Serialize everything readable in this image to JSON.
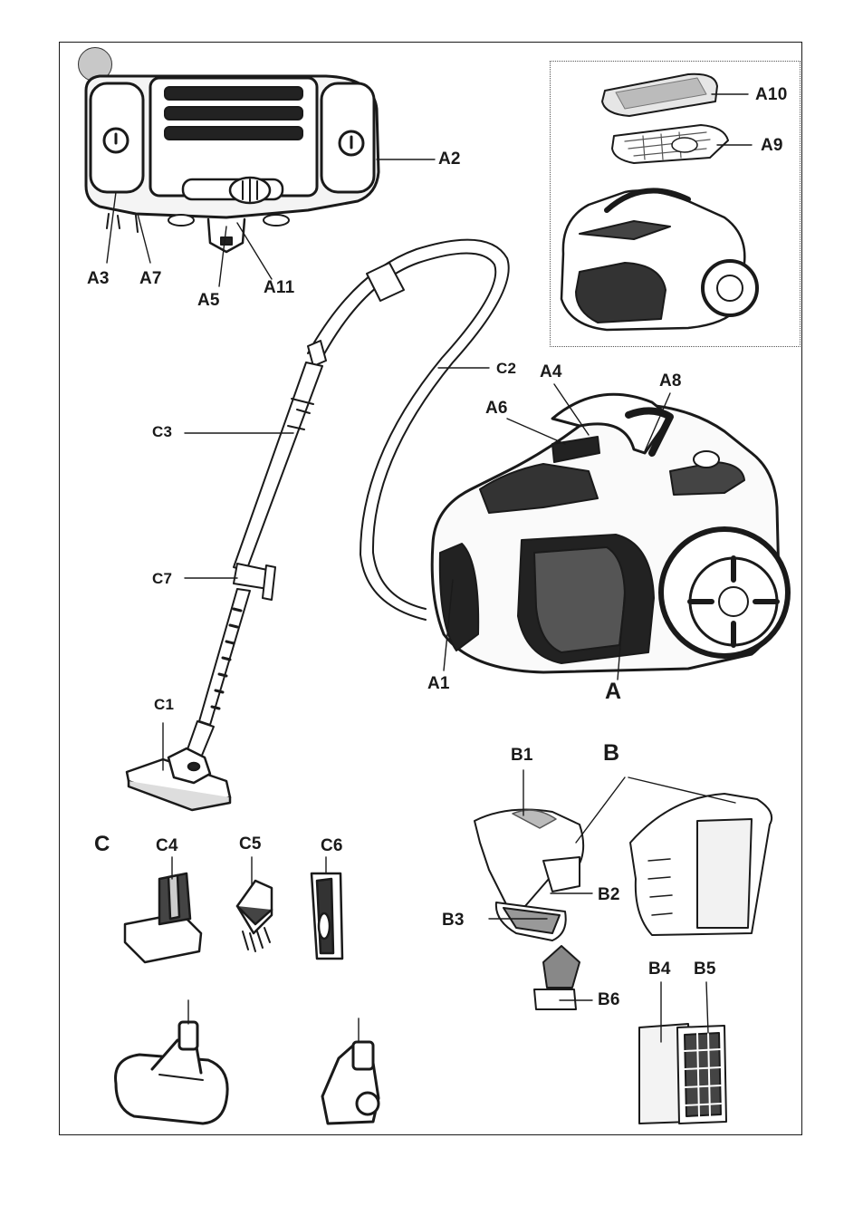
{
  "figure": {
    "labels": {
      "A": "A",
      "A1": "A1",
      "A2": "A2",
      "A3": "A3",
      "A4": "A4",
      "A5": "A5",
      "A6": "A6",
      "A7": "A7",
      "A8": "A8",
      "A9": "A9",
      "A10": "A10",
      "A11": "A11",
      "B": "B",
      "B1": "B1",
      "B2": "B2",
      "B3": "B3",
      "B4": "B4",
      "B5": "B5",
      "B6": "B6",
      "C": "C",
      "C1": "C1",
      "C2": "C2",
      "C3": "C3",
      "C4": "C4",
      "C5": "C5",
      "C6": "C6",
      "C7": "C7"
    },
    "badge_number": "",
    "parts": [
      "rear-panel-illustration",
      "vacuum-body-illustration",
      "filter-lid-illustration",
      "hose-illustration",
      "wand-illustration",
      "floor-nozzle-illustration",
      "dust-container-illustration",
      "upholstery-nozzle-illustration",
      "dusting-brush-illustration",
      "crevice-nozzle-illustration",
      "turbo-brush-illustration",
      "mini-turbo-brush-illustration",
      "filter-cassette-illustration"
    ]
  }
}
